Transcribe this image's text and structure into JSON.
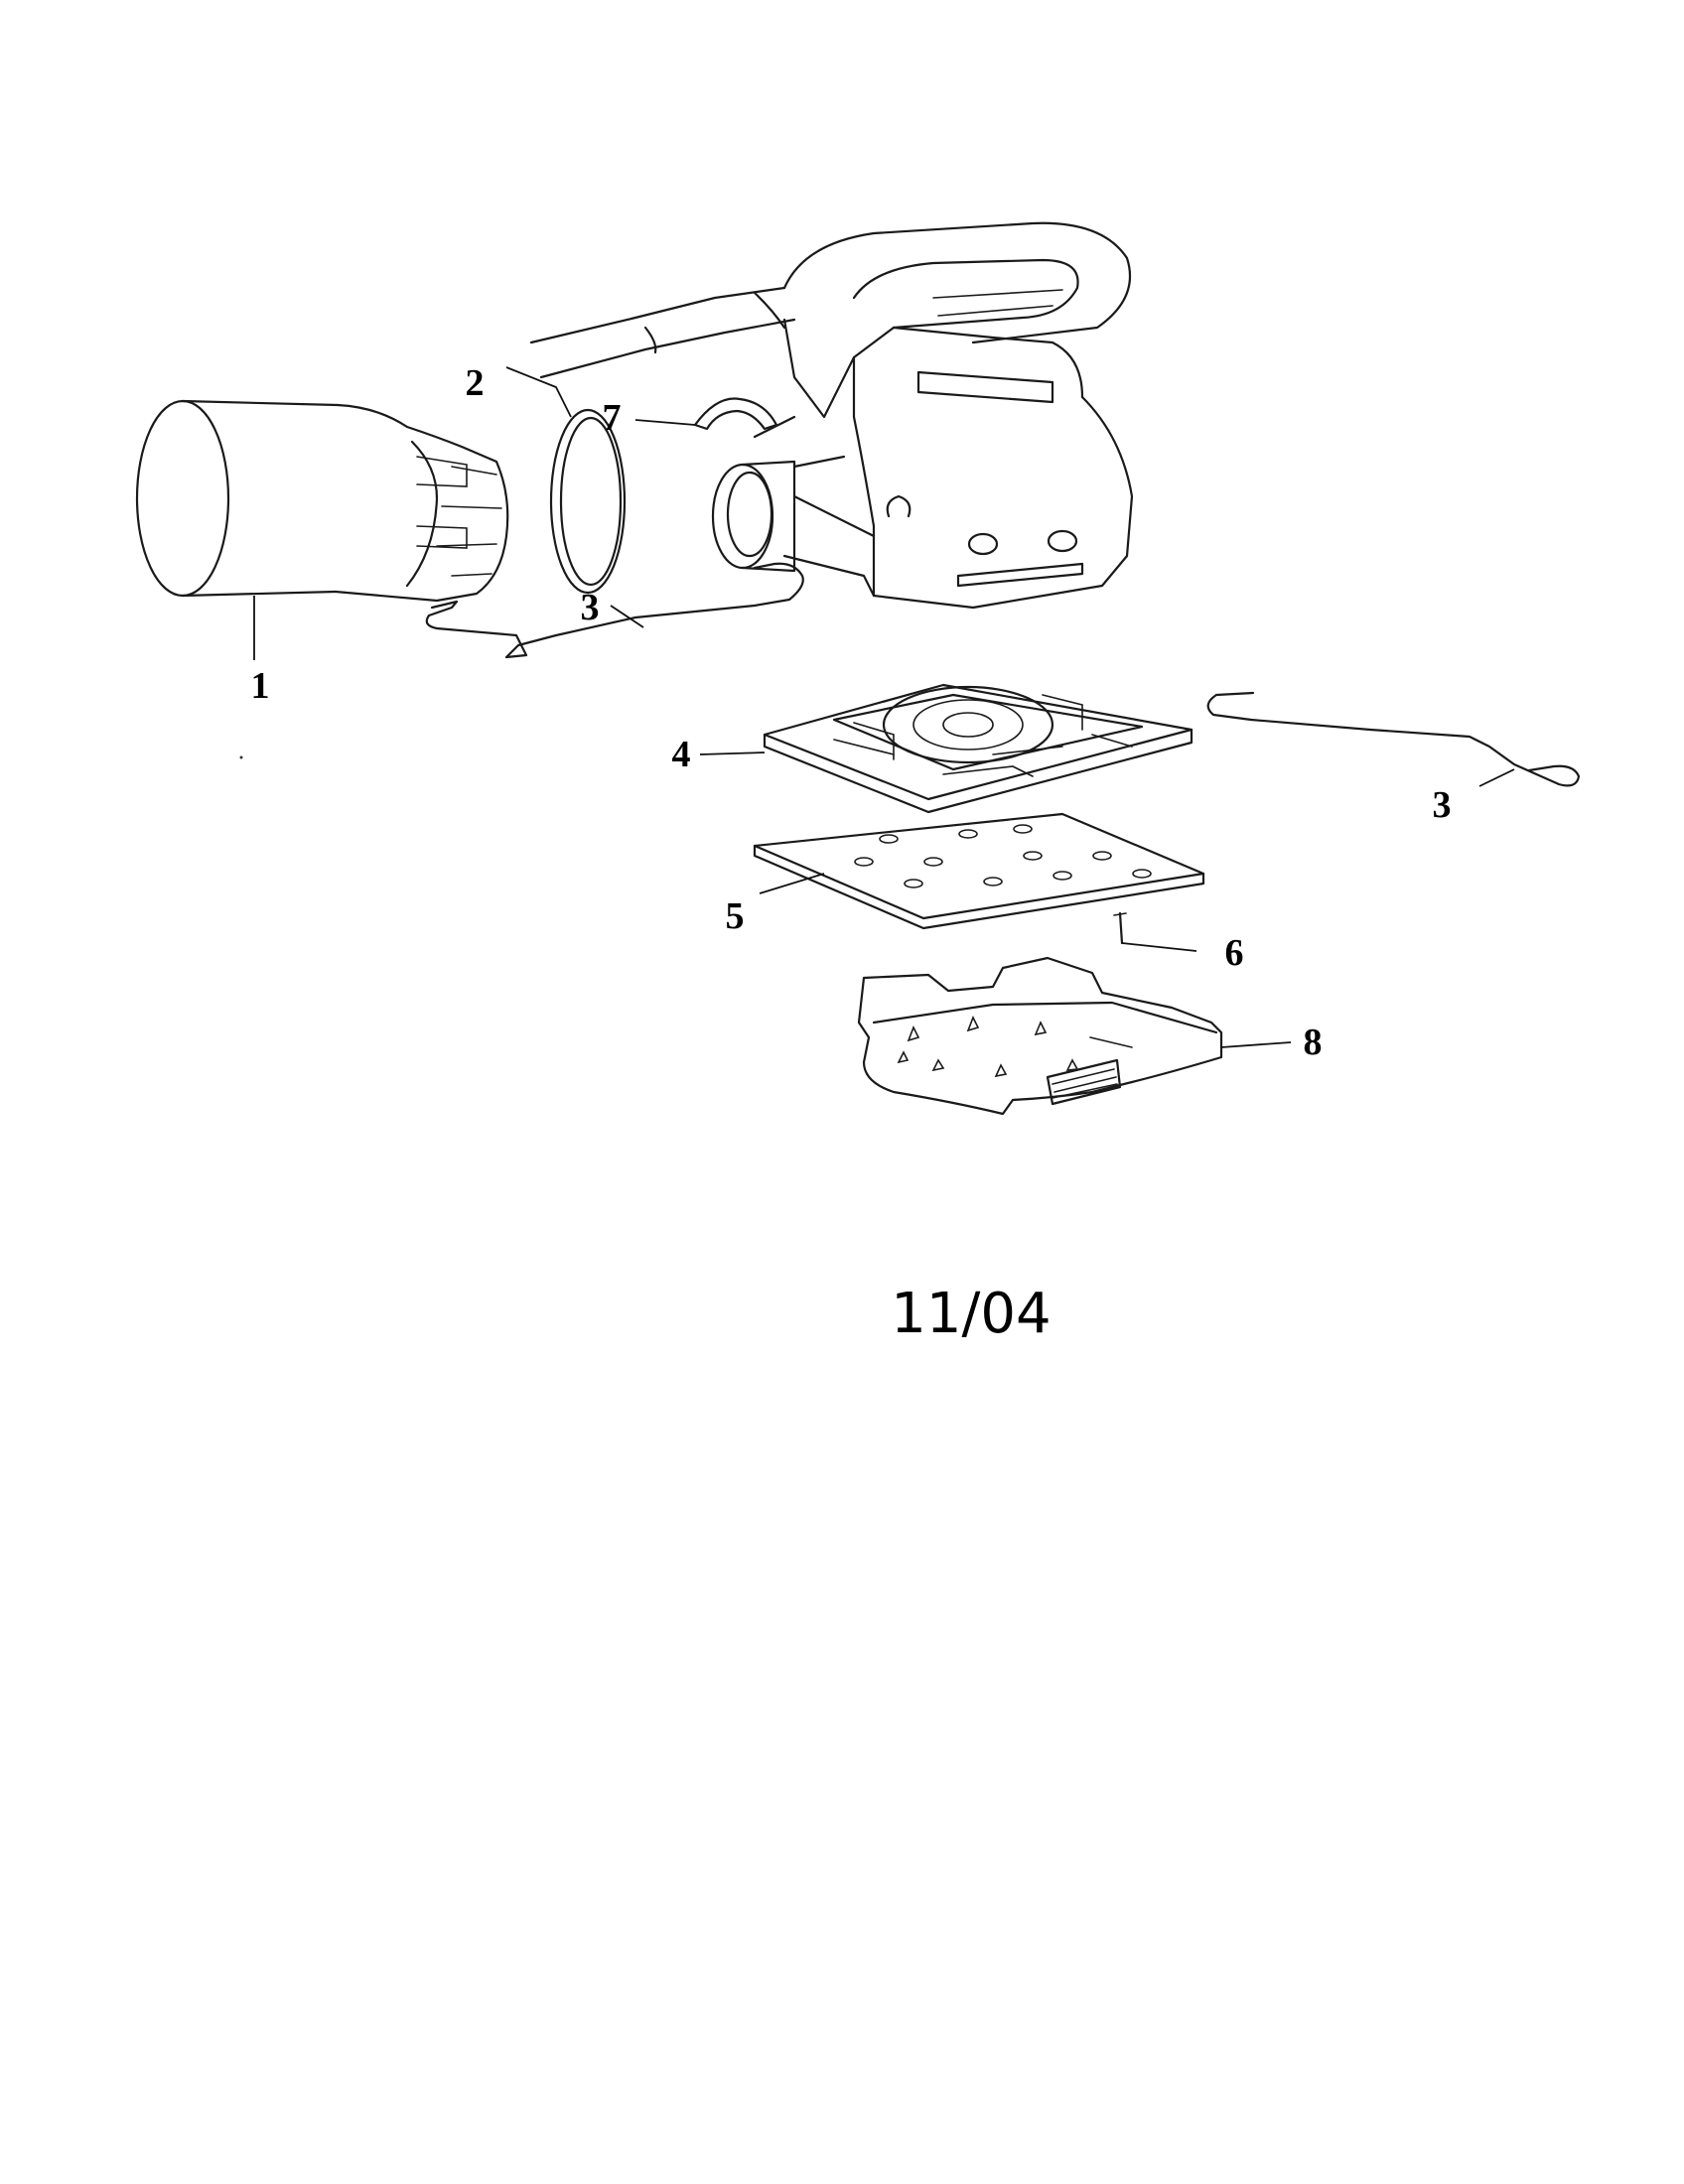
{
  "diagram": {
    "callouts": [
      {
        "id": "1",
        "label": "1"
      },
      {
        "id": "2",
        "label": "2"
      },
      {
        "id": "3a",
        "label": "3"
      },
      {
        "id": "3b",
        "label": "3"
      },
      {
        "id": "4",
        "label": "4"
      },
      {
        "id": "5",
        "label": "5"
      },
      {
        "id": "6",
        "label": "6"
      },
      {
        "id": "7",
        "label": "7"
      },
      {
        "id": "8",
        "label": "8"
      }
    ],
    "revision_date": "11/04"
  }
}
